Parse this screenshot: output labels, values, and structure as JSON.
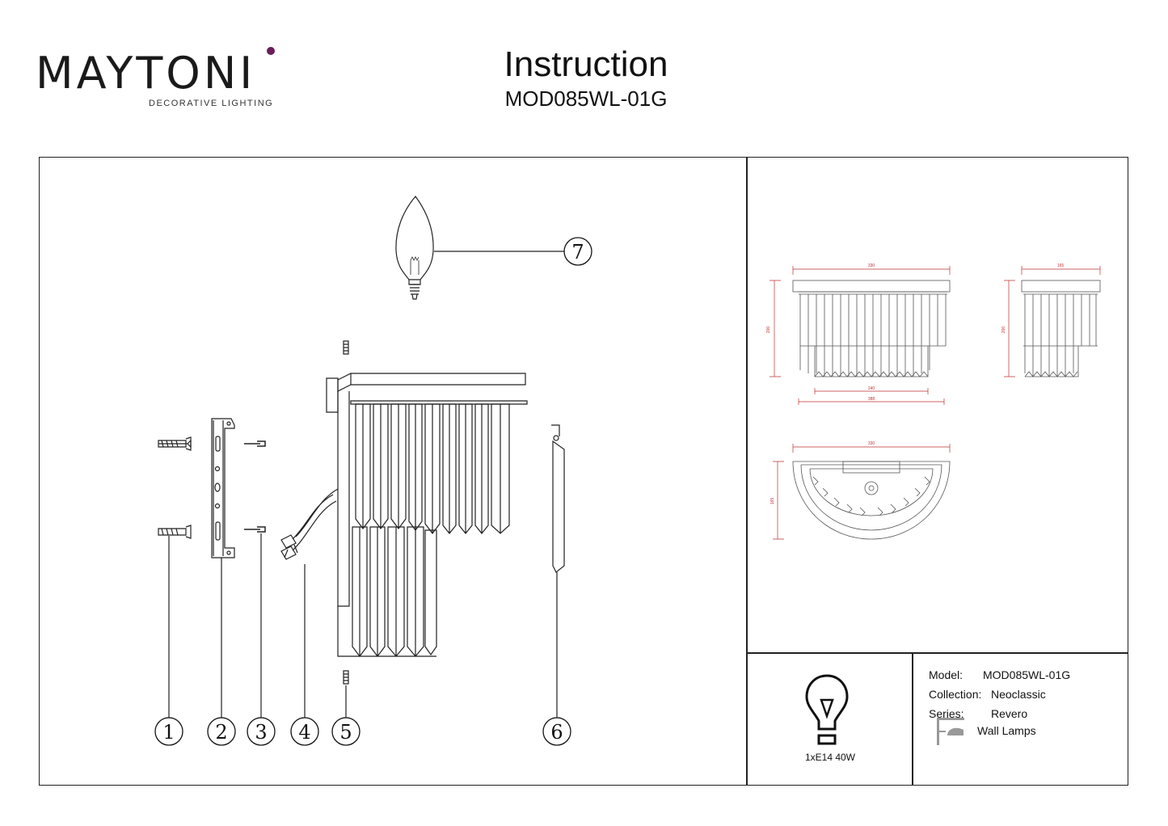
{
  "header": {
    "brand": "MAYTONI",
    "tagline": "DECORATIVE LIGHTING",
    "title": "Instruction",
    "model": "MOD085WL-01G"
  },
  "callouts": [
    "1",
    "2",
    "3",
    "4",
    "5",
    "6",
    "7"
  ],
  "dimensions": {
    "front_width": "330",
    "front_height": "200",
    "inner_width": "240",
    "base_width": "388",
    "side_width": "165",
    "side_height": "200",
    "top_width": "330",
    "top_depth": "165"
  },
  "specs": {
    "model_label": "Model:",
    "model_value": "MOD085WL-01G",
    "collection_label": "Collection:",
    "collection_value": "Neoclassic",
    "series_label": "Series:",
    "series_value": "Revero",
    "type_value": "Wall Lamps",
    "power": "1xE14 40W"
  },
  "icons": [
    "bulb-icon",
    "wall-lamp-icon"
  ],
  "colors": {
    "brand_dot": "#6a1d5a",
    "dimension_lines": "#c03030"
  }
}
